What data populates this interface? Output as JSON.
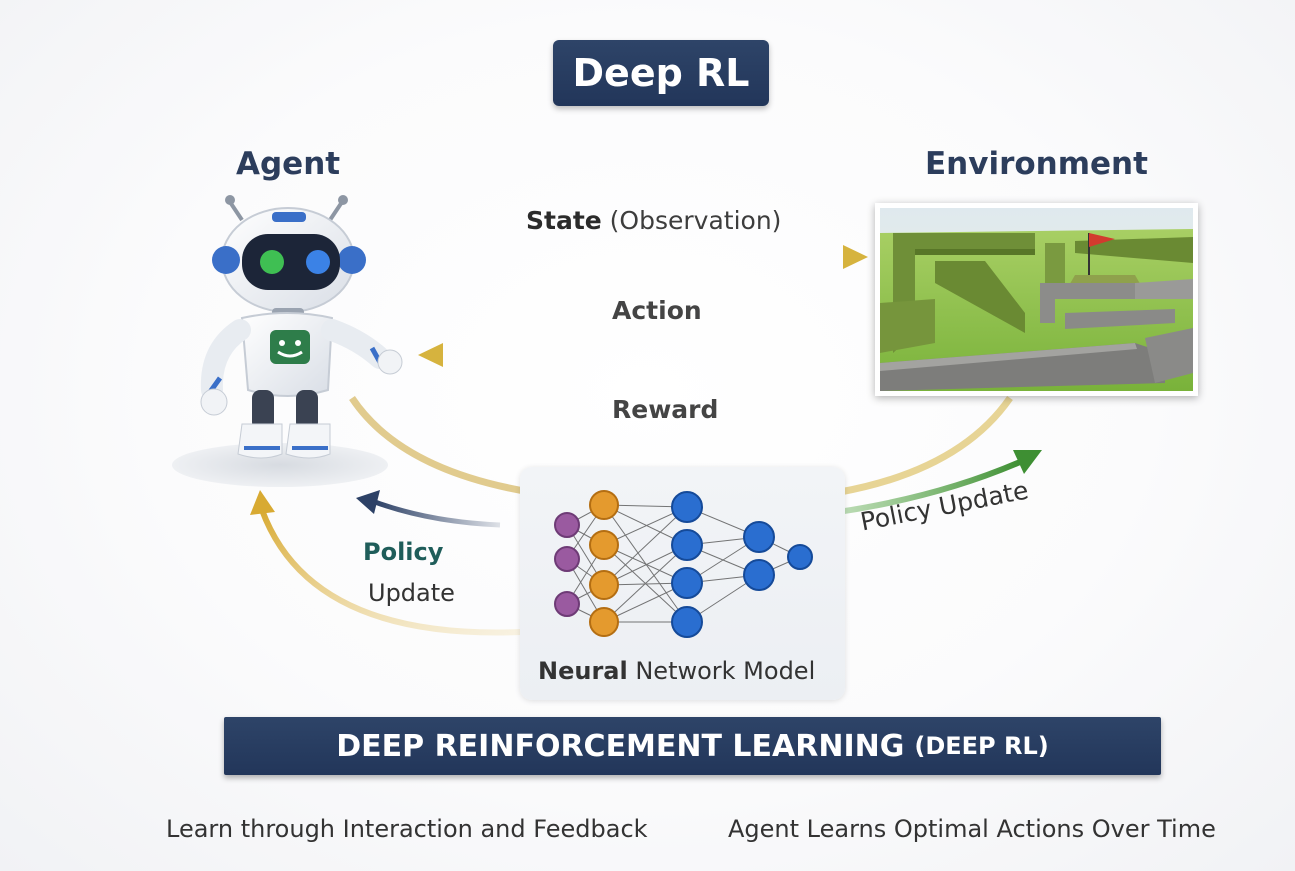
{
  "title": "Deep RL",
  "agent_label": "Agent",
  "environment_label": "Environment",
  "flows": {
    "state_bold": "State",
    "state_rest": " (Observation)",
    "action": "Action",
    "reward": "Reward",
    "policy_left_line1": "Policy",
    "policy_left_line2": "Update",
    "policy_right": "Policy Update"
  },
  "network": {
    "caption_bold": "Neural",
    "caption_rest": " Network Model"
  },
  "banner": {
    "main": "DEEP REINFORCEMENT LEARNING",
    "paren": "(DEEP RL)"
  },
  "taglines": [
    "Learn through Interaction and Feedback",
    "Agent Learns Optimal Actions Over Time"
  ],
  "colors": {
    "navy": "#22365a",
    "gold_arrow": "#d9b84a",
    "green_arrow": "#4a9a3d",
    "node_purple": "#9a5aa0",
    "node_orange": "#e49a2e",
    "node_blue": "#2a6ed0"
  }
}
